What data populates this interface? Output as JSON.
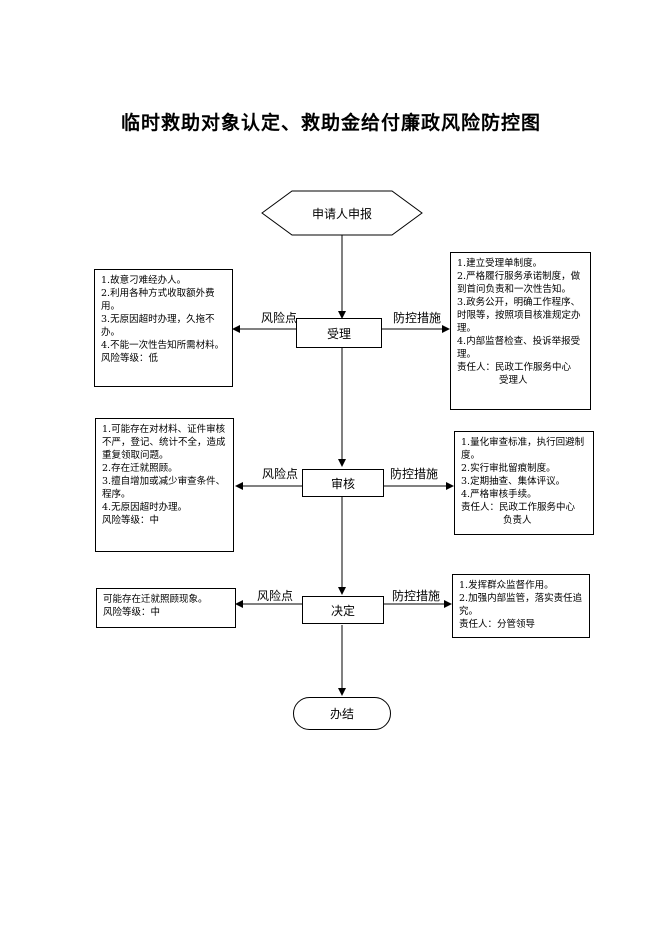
{
  "title": "临时救助对象认定、救助金给付廉政风险防控图",
  "flow": {
    "start": "申请人申报",
    "step1": "受理",
    "step2": "审核",
    "step3": "决定",
    "end": "办结"
  },
  "labels": {
    "risk_point": "风险点",
    "control_measures": "防控措施"
  },
  "risk_boxes": {
    "step1": [
      "1.故意刁难经办人。",
      "2.利用各种方式收取额外费用。",
      "3.无原因超时办理，久拖不办。",
      "4.不能一次性告知所需材料。",
      "风险等级：低"
    ],
    "step2": [
      "1.可能存在对材料、证件审核不严，登记、统计不全，造成重复领取问题。",
      "2.存在迁就照顾。",
      "3.擅自增加或减少审查条件、程序。",
      "4.无原因超时办理。",
      "风险等级：中"
    ],
    "step3": [
      "可能存在迁就照顾现象。",
      "风险等级：中"
    ]
  },
  "measure_boxes": {
    "step1": {
      "items": [
        "1.建立受理单制度。",
        "2.严格履行服务承诺制度，做到首问负责和一次性告知。",
        "3.政务公开，明确工作程序、时限等，按照项目核准规定办理。",
        "4.内部监督检查、投诉举报受理。"
      ],
      "resp": "责任人：民政工作服务中心",
      "resp2": "受理人"
    },
    "step2": {
      "items": [
        "1.量化审查标准，执行回避制度。",
        "2.实行审批留痕制度。",
        "3.定期抽查、集体评议。",
        "4.严格审核手续。"
      ],
      "resp": "责任人：民政工作服务中心",
      "resp2": "负责人"
    },
    "step3": {
      "items": [
        "1.发挥群众监督作用。",
        "2.加强内部监管，落实责任追究。"
      ],
      "resp": "责任人：分管领导"
    }
  }
}
